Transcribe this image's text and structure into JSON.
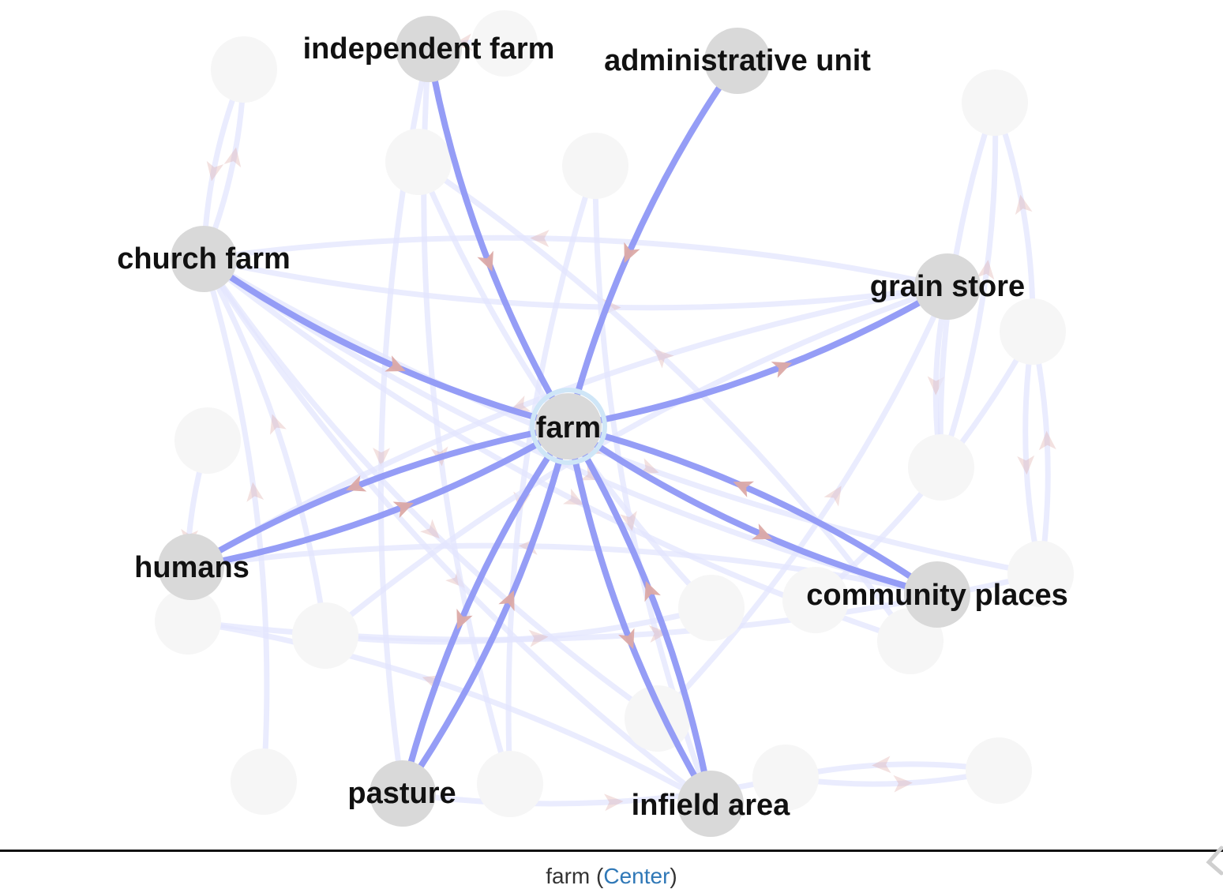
{
  "center": "farm",
  "nodes": [
    {
      "id": "farm",
      "label": "farm",
      "role": "center"
    },
    {
      "id": "independent_farm",
      "label": "independent farm",
      "role": "neighbor"
    },
    {
      "id": "administrative_unit",
      "label": "administrative unit",
      "role": "neighbor"
    },
    {
      "id": "church_farm",
      "label": "church farm",
      "role": "neighbor"
    },
    {
      "id": "grain_store",
      "label": "grain store",
      "role": "neighbor"
    },
    {
      "id": "humans",
      "label": "humans",
      "role": "neighbor"
    },
    {
      "id": "community_places",
      "label": "community places",
      "role": "neighbor"
    },
    {
      "id": "pasture",
      "label": "pasture",
      "role": "neighbor"
    },
    {
      "id": "infield_area",
      "label": "infield area",
      "role": "neighbor"
    },
    {
      "id": "bg1",
      "label": "",
      "role": "faded"
    },
    {
      "id": "bg2",
      "label": "",
      "role": "faded"
    },
    {
      "id": "bg3",
      "label": "",
      "role": "faded"
    },
    {
      "id": "bg4",
      "label": "",
      "role": "faded"
    },
    {
      "id": "bg5",
      "label": "",
      "role": "faded"
    },
    {
      "id": "bg6",
      "label": "",
      "role": "faded"
    },
    {
      "id": "bg7",
      "label": "",
      "role": "faded"
    },
    {
      "id": "bg8",
      "label": "",
      "role": "faded"
    },
    {
      "id": "bg9",
      "label": "",
      "role": "faded"
    },
    {
      "id": "bg10",
      "label": "",
      "role": "faded"
    },
    {
      "id": "bg11",
      "label": "",
      "role": "faded"
    },
    {
      "id": "bg12",
      "label": "",
      "role": "faded"
    },
    {
      "id": "bg13",
      "label": "",
      "role": "faded"
    },
    {
      "id": "bg14",
      "label": "",
      "role": "faded"
    },
    {
      "id": "bg15",
      "label": "",
      "role": "faded"
    },
    {
      "id": "bg16",
      "label": "",
      "role": "faded"
    },
    {
      "id": "bg17",
      "label": "",
      "role": "faded"
    },
    {
      "id": "bg18",
      "label": "",
      "role": "faded"
    },
    {
      "id": "bg19",
      "label": "",
      "role": "faded"
    }
  ],
  "edges": [
    {
      "from": "independent_farm",
      "to": "farm",
      "kind": "highlight"
    },
    {
      "from": "administrative_unit",
      "to": "farm",
      "kind": "highlight"
    },
    {
      "from": "church_farm",
      "to": "farm",
      "kind": "highlight"
    },
    {
      "from": "farm",
      "to": "grain_store",
      "kind": "highlight"
    },
    {
      "from": "farm",
      "to": "humans",
      "kind": "highlight"
    },
    {
      "from": "humans",
      "to": "farm",
      "kind": "highlight"
    },
    {
      "from": "community_places",
      "to": "farm",
      "kind": "highlight"
    },
    {
      "from": "farm",
      "to": "community_places",
      "kind": "highlight"
    },
    {
      "from": "pasture",
      "to": "farm",
      "kind": "highlight"
    },
    {
      "from": "farm",
      "to": "pasture",
      "kind": "highlight"
    },
    {
      "from": "farm",
      "to": "infield_area",
      "kind": "highlight"
    },
    {
      "from": "infield_area",
      "to": "farm",
      "kind": "highlight"
    },
    {
      "from": "church_farm",
      "to": "grain_store",
      "kind": "faded"
    },
    {
      "from": "grain_store",
      "to": "church_farm",
      "kind": "faded"
    },
    {
      "from": "church_farm",
      "to": "community_places",
      "kind": "faded"
    },
    {
      "from": "church_farm",
      "to": "infield_area",
      "kind": "faded"
    },
    {
      "from": "church_farm",
      "to": "bg10",
      "kind": "faded"
    },
    {
      "from": "church_farm",
      "to": "bg14",
      "kind": "faded"
    },
    {
      "from": "church_farm",
      "to": "bg12",
      "kind": "faded"
    },
    {
      "from": "bg1",
      "to": "church_farm",
      "kind": "faded"
    },
    {
      "from": "church_farm",
      "to": "bg1",
      "kind": "faded"
    },
    {
      "from": "independent_farm",
      "to": "pasture",
      "kind": "faded"
    },
    {
      "from": "independent_farm",
      "to": "bg15",
      "kind": "faded"
    },
    {
      "from": "bg2",
      "to": "independent_farm",
      "kind": "faded"
    },
    {
      "from": "bg3",
      "to": "bg13",
      "kind": "faded"
    },
    {
      "from": "bg4",
      "to": "infield_area",
      "kind": "faded"
    },
    {
      "from": "bg4",
      "to": "bg15",
      "kind": "faded"
    },
    {
      "from": "bg5",
      "to": "bg8",
      "kind": "faded"
    },
    {
      "from": "grain_store",
      "to": "humans",
      "kind": "faded"
    },
    {
      "from": "grain_store",
      "to": "bg11",
      "kind": "faded"
    },
    {
      "from": "grain_store",
      "to": "bg9",
      "kind": "faded"
    },
    {
      "from": "bg6",
      "to": "bg9",
      "kind": "faded"
    },
    {
      "from": "bg9",
      "to": "bg6",
      "kind": "faded"
    },
    {
      "from": "bg10",
      "to": "bg7",
      "kind": "faded"
    },
    {
      "from": "bg7",
      "to": "bg6",
      "kind": "faded"
    },
    {
      "from": "bg7",
      "to": "bg10",
      "kind": "faded"
    },
    {
      "from": "bg8",
      "to": "humans",
      "kind": "faded"
    },
    {
      "from": "humans",
      "to": "bg8",
      "kind": "faded"
    },
    {
      "from": "bg8",
      "to": "bg10",
      "kind": "faded"
    },
    {
      "from": "bg16",
      "to": "bg19",
      "kind": "faded"
    },
    {
      "from": "bg19",
      "to": "bg16",
      "kind": "faded"
    },
    {
      "from": "bg11",
      "to": "church_farm",
      "kind": "faded"
    },
    {
      "from": "bg11",
      "to": "bg13",
      "kind": "faded"
    },
    {
      "from": "bg12",
      "to": "bg3",
      "kind": "faded"
    },
    {
      "from": "bg17",
      "to": "bg7",
      "kind": "faded"
    },
    {
      "from": "bg18",
      "to": "church_farm",
      "kind": "faded"
    },
    {
      "from": "pasture",
      "to": "bg16",
      "kind": "faded"
    },
    {
      "from": "community_places",
      "to": "humans",
      "kind": "faded"
    },
    {
      "from": "infield_area",
      "to": "bg8",
      "kind": "faded"
    },
    {
      "from": "bg14",
      "to": "grain_store",
      "kind": "faded"
    }
  ],
  "colors": {
    "highlight_edge": "#8f98f6",
    "faded_edge": "#e3e6fd",
    "arrow": "#dcaaa6",
    "node_fill": "#d9d9d9",
    "faded_node_fill": "#f6f6f6",
    "center_ring": "#cfe6f7",
    "caption_link": "#2f78b7"
  },
  "footer": {
    "node_name": "farm",
    "paren_open": " (",
    "link_text": "Center",
    "paren_close": ")"
  }
}
